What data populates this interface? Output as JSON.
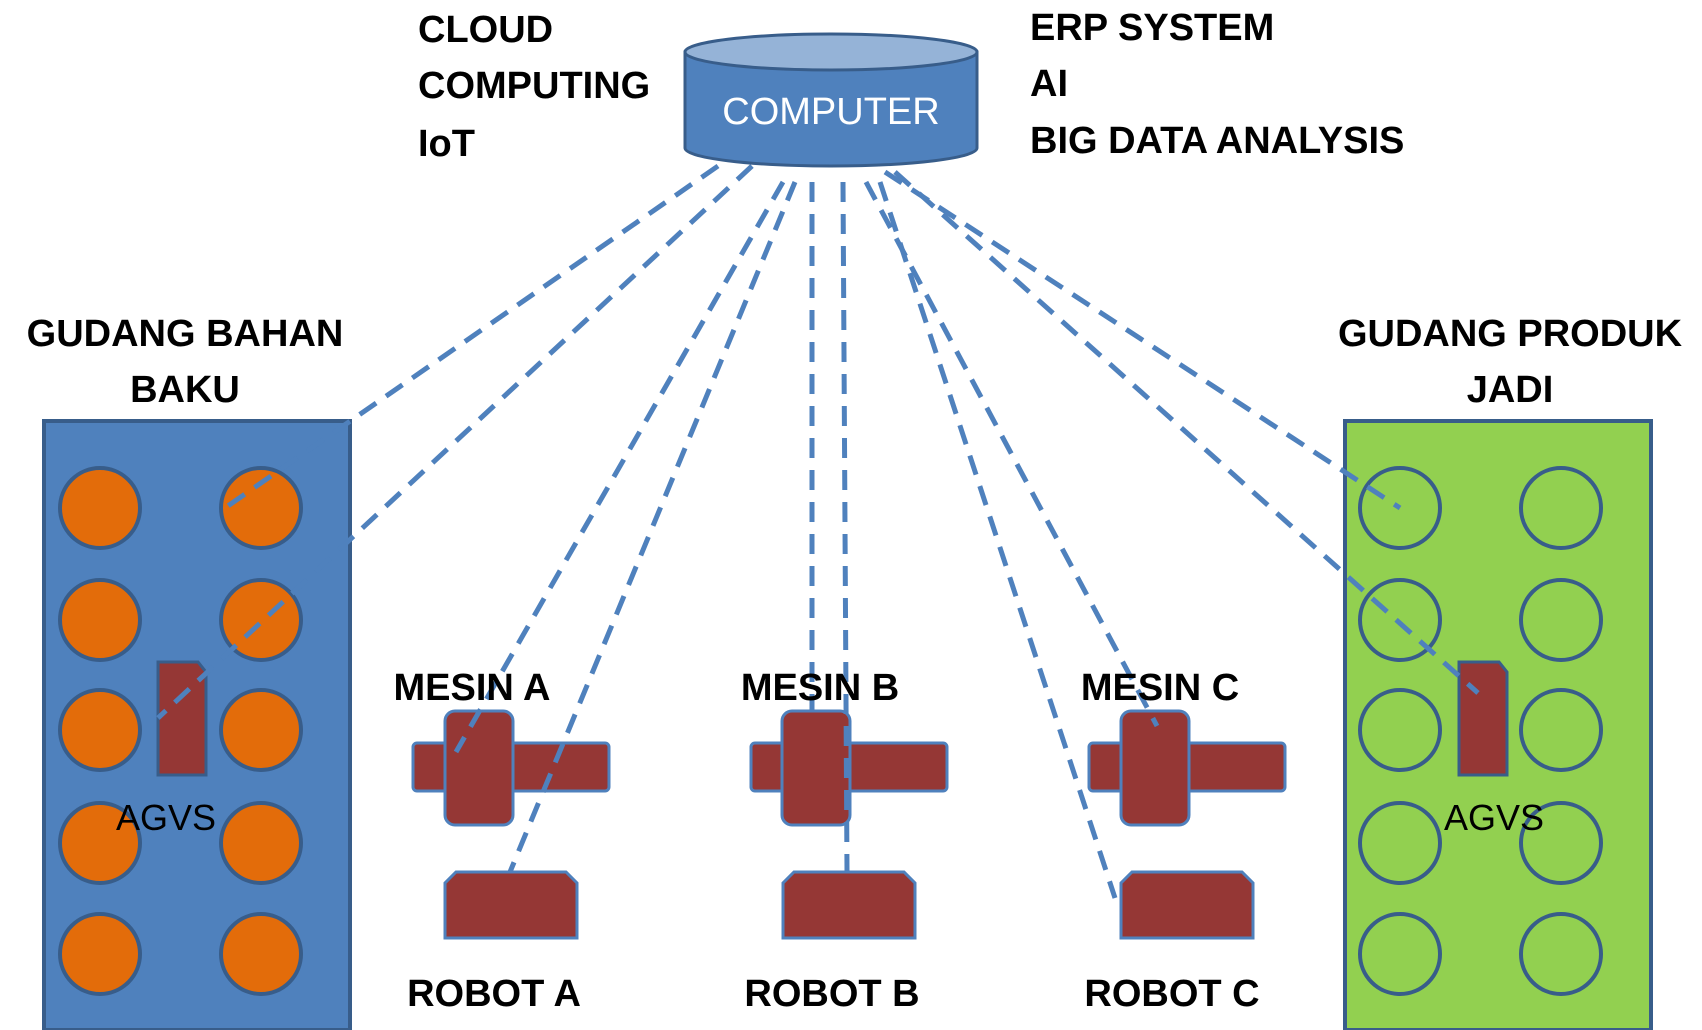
{
  "computer": {
    "label": "COMPUTER"
  },
  "left_notes": [
    "CLOUD",
    "COMPUTING",
    "IoT"
  ],
  "right_notes": [
    "ERP SYSTEM",
    "AI",
    "BIG DATA ANALYSIS"
  ],
  "warehouse_raw": {
    "title_line1": "GUDANG BAHAN",
    "title_line2": "BAKU",
    "agv_label": "AGVS"
  },
  "warehouse_finished": {
    "title_line1": "GUDANG PRODUK",
    "title_line2": "JADI",
    "agv_label": "AGVS"
  },
  "machines": [
    {
      "label": "MESIN A"
    },
    {
      "label": "MESIN B"
    },
    {
      "label": "MESIN C"
    }
  ],
  "robots": [
    {
      "label": "ROBOT A"
    },
    {
      "label": "ROBOT B"
    },
    {
      "label": "ROBOT C"
    }
  ],
  "colors": {
    "blue_fill": "#4F81BD",
    "blue_stroke": "#385D8A",
    "green_fill": "#92D050",
    "orange": "#E36C0A",
    "maroon": "#953735",
    "dash": "#4F81BD",
    "cyl_top": "#95B3D7"
  }
}
